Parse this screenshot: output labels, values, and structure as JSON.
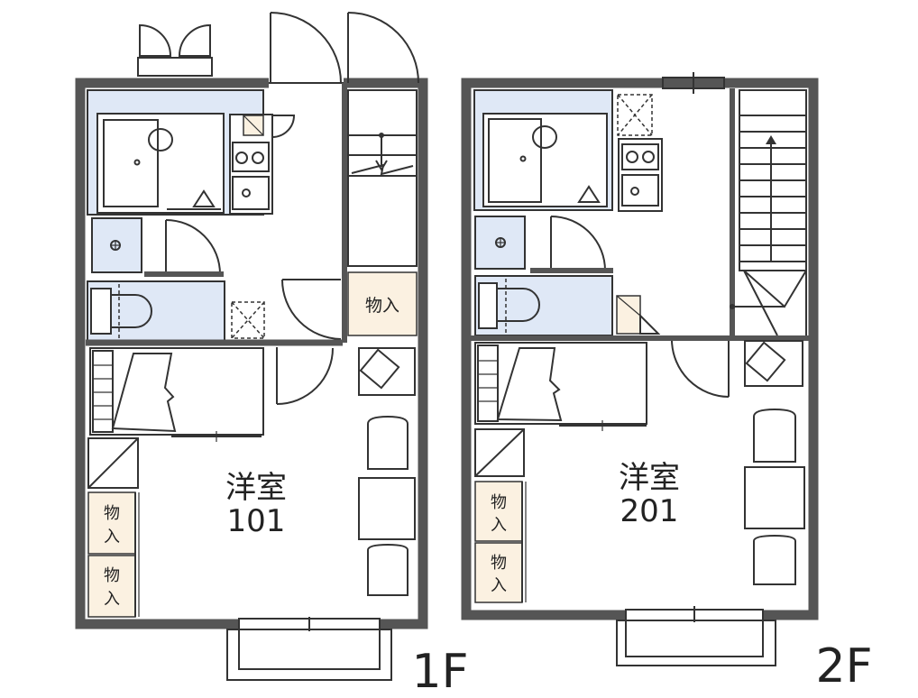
{
  "floors": [
    {
      "floor_label": "1F",
      "room_name": "洋室",
      "room_number": "101",
      "storage_labels": [
        "物入",
        "物",
        "入",
        "物",
        "入"
      ]
    },
    {
      "floor_label": "2F",
      "room_name": "洋室",
      "room_number": "201",
      "storage_labels": [
        "物",
        "入",
        "物",
        "入"
      ]
    }
  ],
  "colors": {
    "wall": "#555555",
    "wet_area": "#dfe8f6",
    "storage": "#fbf1e1",
    "line": "#333333"
  }
}
